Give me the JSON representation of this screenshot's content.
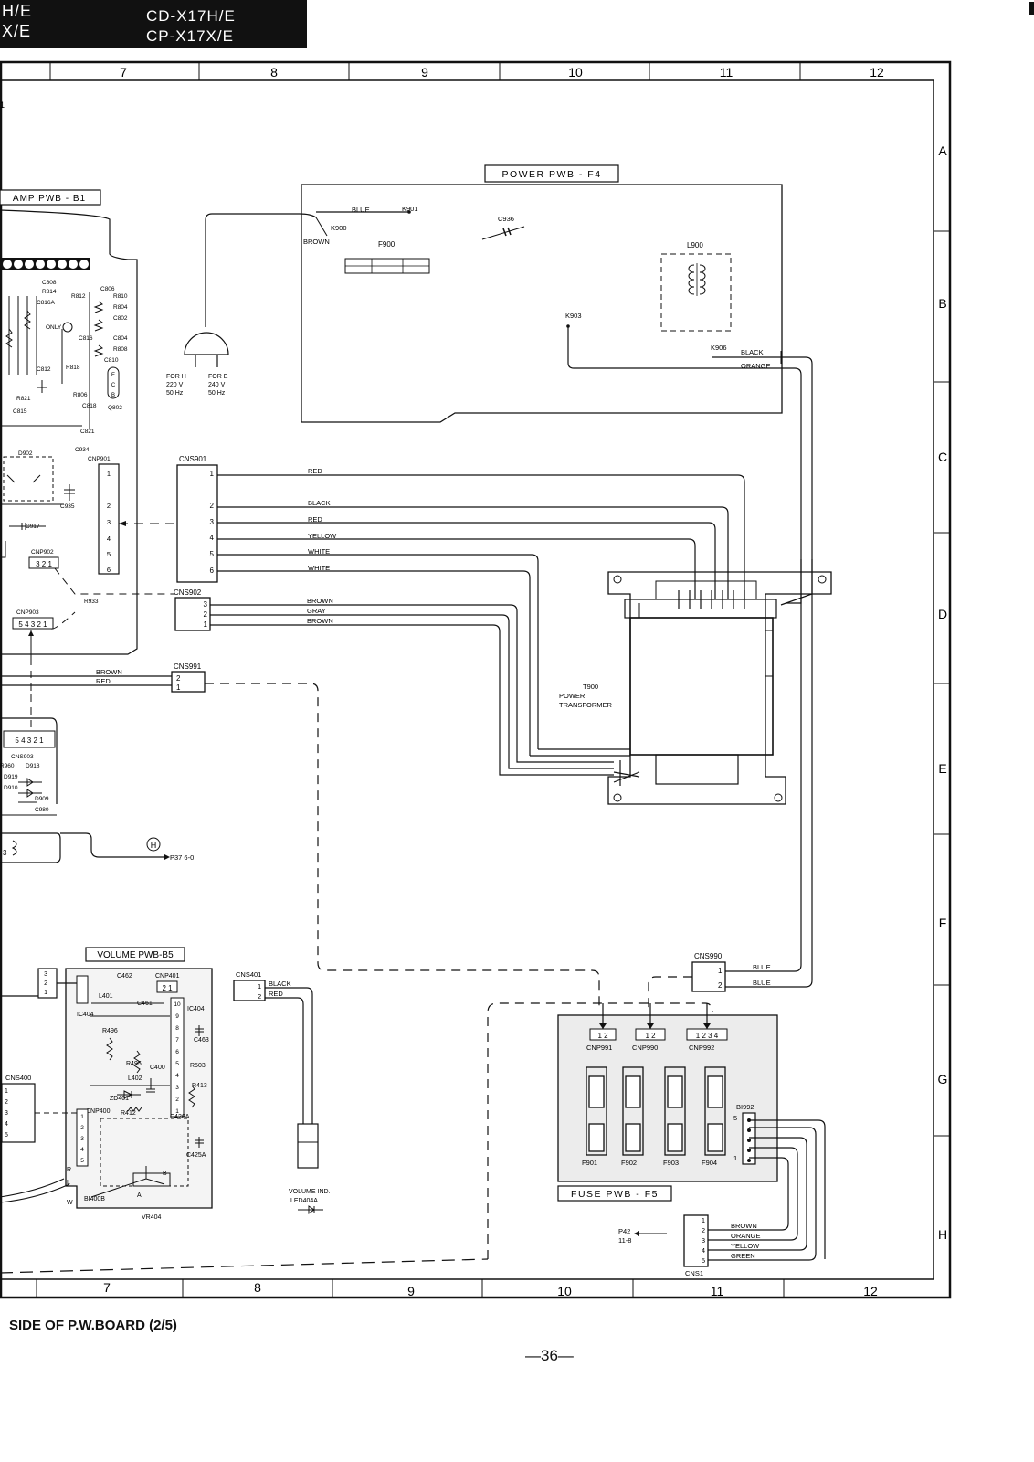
{
  "header": {
    "left_line1": "H/E",
    "left_line2": "X/E",
    "model_line1": "CD-X17H/E",
    "model_line2": "CP-X17X/E"
  },
  "grid": {
    "columns": [
      "7",
      "8",
      "9",
      "10",
      "11",
      "12"
    ],
    "rows": [
      "A",
      "B",
      "C",
      "D",
      "E",
      "F",
      "G",
      "H"
    ]
  },
  "boards": {
    "amp": "AMP PWB - B1",
    "power": "POWER PWB - F4",
    "volume": "VOLUME PWB-B5",
    "fuse": "FUSE PWB - F5"
  },
  "power_board": {
    "blue": "BLUE",
    "k901": "K901",
    "k900": "K900",
    "brown": "BROWN",
    "f900": "F900",
    "c936": "C936",
    "l900": "L900",
    "k903": "K903",
    "k906": "K906",
    "black": "BLACK",
    "orange": "ORANGE"
  },
  "plug": {
    "h_1": "FOR H",
    "h_2": "220 V",
    "h_3": "50 Hz",
    "e_1": "FOR E",
    "e_2": "240 V",
    "e_3": "50 Hz"
  },
  "cns901": {
    "label": "CNS901",
    "pins": [
      "1",
      "2",
      "3",
      "4",
      "5",
      "6"
    ],
    "wires": [
      "RED",
      "BLACK",
      "RED",
      "YELLOW",
      "WHITE",
      "WHITE"
    ]
  },
  "cns902": {
    "label": "CNS902",
    "pins": [
      "3",
      "2",
      "1"
    ],
    "wires": [
      "BROWN",
      "GRAY",
      "BROWN"
    ]
  },
  "cns991": {
    "label": "CNS991",
    "pins": [
      "2",
      "1"
    ],
    "wires": [
      "BROWN",
      "RED"
    ]
  },
  "transformer": {
    "ref": "T900",
    "name1": "POWER",
    "name2": "TRANSFORMER"
  },
  "cns990": {
    "label": "CNS990",
    "pins": [
      "1",
      "2"
    ],
    "wires": [
      "BLUE",
      "BLUE"
    ]
  },
  "cns401": {
    "label": "CNS401",
    "pins": [
      "1",
      "2"
    ],
    "wires": [
      "BLACK",
      "RED"
    ]
  },
  "led": {
    "line1": "VOLUME IND.",
    "line2": "LED404A"
  },
  "fuse_board": {
    "cnp991": "CNP991",
    "cnp990": "CNP990",
    "cnp992": "CNP992",
    "pins991": "1 2",
    "pins990": "1 2",
    "pins992": "1 2 3 4",
    "fuses": [
      "F901",
      "F902",
      "F903",
      "F904"
    ],
    "bi992": "BI992",
    "bi992_pins": [
      "5",
      "1"
    ]
  },
  "cns1": {
    "label": "CNS1",
    "ref1": "P42",
    "ref2": "11-8",
    "pins": [
      "1",
      "2",
      "3",
      "4",
      "5"
    ],
    "wires": [
      "BROWN",
      "ORANGE",
      "YELLOW",
      "GREEN"
    ]
  },
  "amp_labels": {
    "cnp901": "CNP901",
    "cnp902": "CNP902",
    "cnp903": "CNP903",
    "cns903": "CNS903",
    "d902": "D902",
    "r933": "R933",
    "cnp901_pins": [
      "1",
      "2",
      "3",
      "4",
      "5",
      "6"
    ],
    "cnp902_pins": "3 2 1",
    "cnp903_pins": "5 4 3 2 1",
    "cns903_pins": "5 4 3 2 1",
    "q802": "Q802",
    "c806": "C806",
    "r810": "R810",
    "r804": "R804",
    "c802": "C802",
    "c804": "C804",
    "r808": "R808",
    "c810": "C810",
    "r806": "R806",
    "c818": "C818",
    "c821": "C821",
    "c934": "C934",
    "c935": "C935",
    "c917": "C917",
    "c815": "C815",
    "r821": "R821",
    "c812": "C812",
    "r818": "R818",
    "c808": "C808",
    "r814": "R814",
    "c816a": "C816A",
    "r812": "R812",
    "only": "ONLY",
    "c816": "C816",
    "r960": "R960",
    "d918": "D918",
    "d919": "D919",
    "d910": "D910",
    "d909": "D909",
    "c980": "C980",
    "p37": "P37 6-0",
    "h_mark": "H",
    "e_mark": "E",
    "c_mark": "C",
    "b_mark": "B"
  },
  "volume_labels": {
    "c462": "C462",
    "cnp401": "CNP401",
    "cnp401_pins": "2 1",
    "l401": "L401",
    "c461": "C461",
    "ic404": "IC404",
    "c463": "C463",
    "r496": "R496",
    "r495": "R495",
    "c400": "C400",
    "l402": "L402",
    "r503": "R503",
    "r413": "R413",
    "zd401": "ZD401",
    "cnp400": "CNP400",
    "r412": "R412",
    "c426a": "C426A",
    "c425a": "C425A",
    "bi400b": "BI400B",
    "vr404": "VR404",
    "cns400": "CNS400",
    "cns400_pins": [
      "1",
      "2",
      "3",
      "4",
      "5"
    ],
    "cnp400_pins": [
      "1",
      "2",
      "3",
      "4",
      "5"
    ],
    "ic_pins": [
      "10",
      "9",
      "8",
      "7",
      "6",
      "5",
      "4",
      "3",
      "2",
      "1"
    ],
    "left_pins": [
      "3",
      "2",
      "1"
    ],
    "pot_a": "A",
    "pot_b": "B",
    "r": "R",
    "l": "L",
    "w": "W",
    "ic404_side": "IC404",
    "num3": "3",
    "num1": "1"
  },
  "footer": {
    "title": "SIDE OF P.W.BOARD (2/5)",
    "page": "—36—"
  }
}
